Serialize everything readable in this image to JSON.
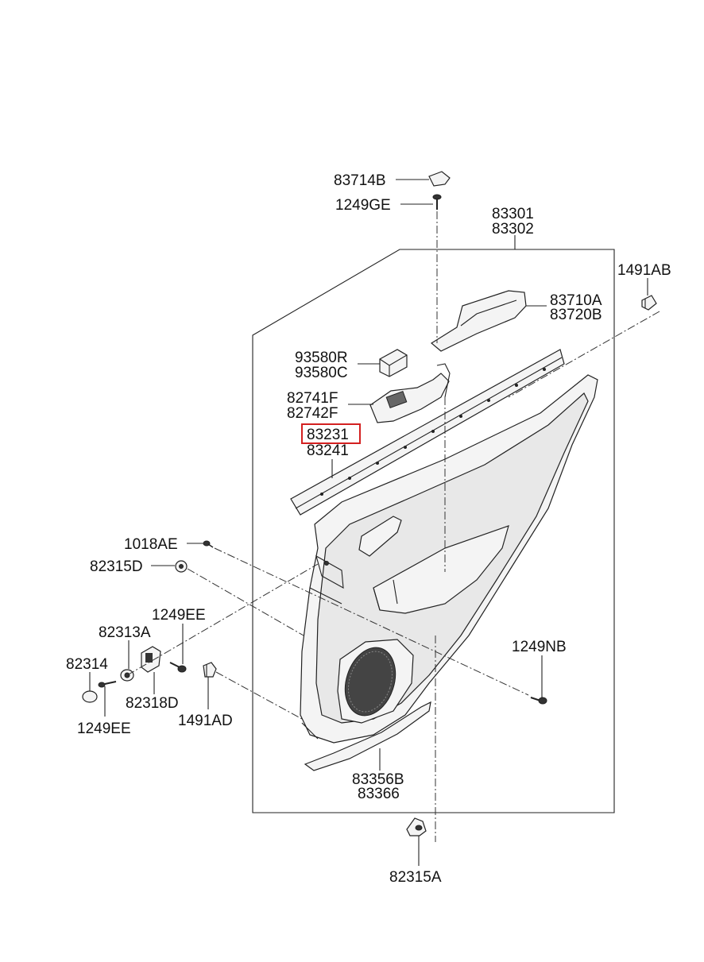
{
  "labels": {
    "p83714B": "83714B",
    "p1249GE": "1249GE",
    "p83301": "83301",
    "p83302": "83302",
    "p1491AB": "1491AB",
    "p83710A": "83710A",
    "p83720B": "83720B",
    "p93580R": "93580R",
    "p93580C": "93580C",
    "p82741F": "82741F",
    "p82742F": "82742F",
    "p83231": "83231",
    "p83241": "83241",
    "p1018AE": "1018AE",
    "p82315D": "82315D",
    "p1249EE_top": "1249EE",
    "p82313A": "82313A",
    "p82314": "82314",
    "p82318D": "82318D",
    "p1249EE_bottom": "1249EE",
    "p1491AD": "1491AD",
    "p1249NB": "1249NB",
    "p83356B": "83356B",
    "p83366": "83366",
    "p82315A": "82315A"
  },
  "highlighted_part": "83231",
  "colors": {
    "highlight": "#d32020",
    "line": "#222222",
    "background": "#ffffff"
  }
}
